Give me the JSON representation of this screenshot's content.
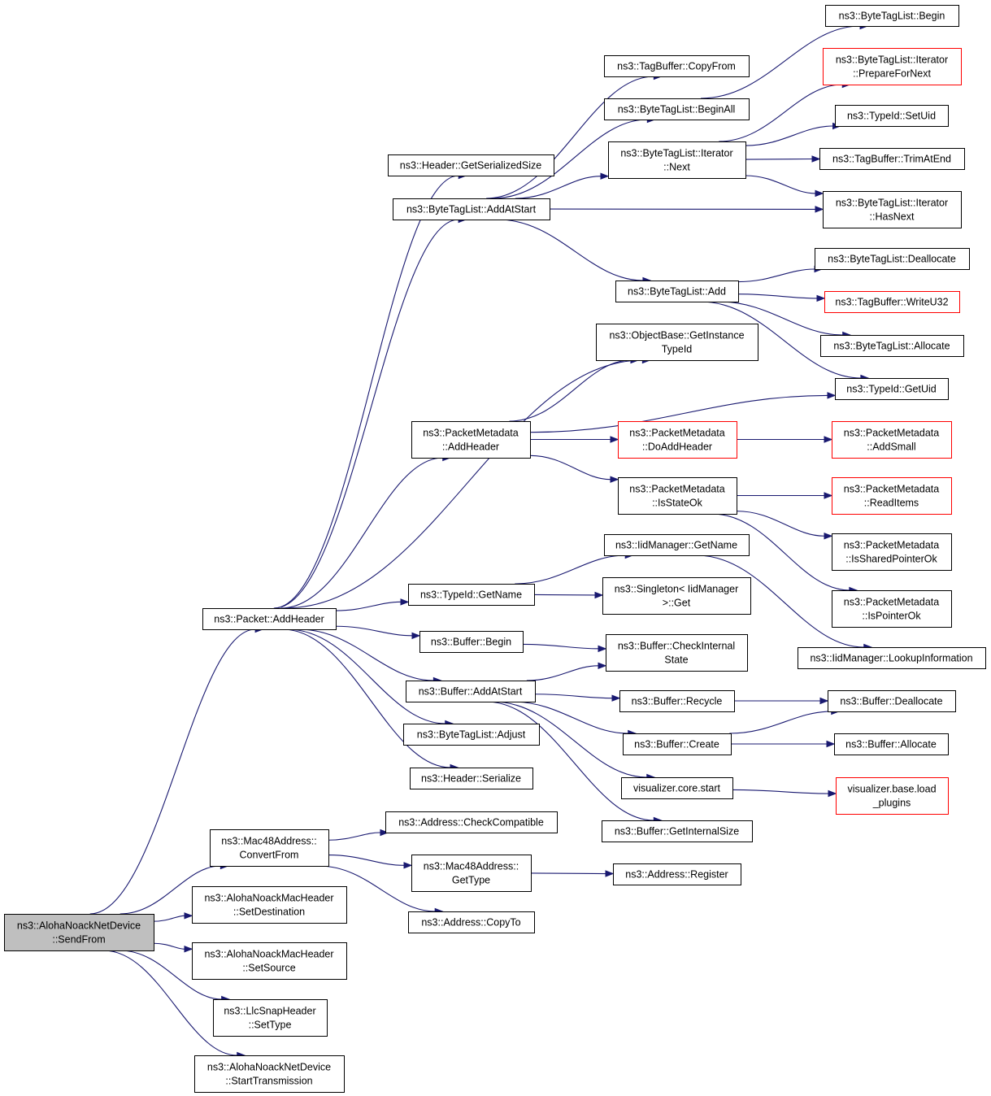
{
  "diagram": {
    "type": "call-graph",
    "colors": {
      "edge": "#191970",
      "box_border": "#000000",
      "incomplete_border": "#ff0000",
      "root_fill": "#bfbfbf"
    },
    "nodes": [
      {
        "id": "root",
        "lines": [
          "ns3::AlohaNoackNetDevice",
          "::SendFrom"
        ],
        "root": true
      },
      {
        "id": "packet_addheader",
        "lines": [
          "ns3::Packet::AddHeader"
        ]
      },
      {
        "id": "mac48_convertfrom",
        "lines": [
          "ns3::Mac48Address::",
          "ConvertFrom"
        ]
      },
      {
        "id": "aloha_setdest",
        "lines": [
          "ns3::AlohaNoackMacHeader",
          "::SetDestination"
        ]
      },
      {
        "id": "aloha_setsource",
        "lines": [
          "ns3::AlohaNoackMacHeader",
          "::SetSource"
        ]
      },
      {
        "id": "llc_settype",
        "lines": [
          "ns3::LlcSnapHeader",
          "::SetType"
        ]
      },
      {
        "id": "aloha_starttx",
        "lines": [
          "ns3::AlohaNoackNetDevice",
          "::StartTransmission"
        ]
      },
      {
        "id": "header_getserializedsize",
        "lines": [
          "ns3::Header::GetSerializedSize"
        ]
      },
      {
        "id": "btl_addatstart",
        "lines": [
          "ns3::ByteTagList::AddAtStart"
        ]
      },
      {
        "id": "pm_addheader",
        "lines": [
          "ns3::PacketMetadata",
          "::AddHeader"
        ]
      },
      {
        "id": "typeid_getname",
        "lines": [
          "ns3::TypeId::GetName"
        ]
      },
      {
        "id": "buffer_begin",
        "lines": [
          "ns3::Buffer::Begin"
        ]
      },
      {
        "id": "buffer_addatstart",
        "lines": [
          "ns3::Buffer::AddAtStart"
        ]
      },
      {
        "id": "btl_adjust",
        "lines": [
          "ns3::ByteTagList::Adjust"
        ]
      },
      {
        "id": "header_serialize",
        "lines": [
          "ns3::Header::Serialize"
        ]
      },
      {
        "id": "addr_checkcompat",
        "lines": [
          "ns3::Address::CheckCompatible"
        ]
      },
      {
        "id": "mac48_gettype",
        "lines": [
          "ns3::Mac48Address::",
          "GetType"
        ]
      },
      {
        "id": "addr_copyto",
        "lines": [
          "ns3::Address::CopyTo"
        ]
      },
      {
        "id": "tagbuffer_copyfrom",
        "lines": [
          "ns3::TagBuffer::CopyFrom"
        ]
      },
      {
        "id": "btl_beginall",
        "lines": [
          "ns3::ByteTagList::BeginAll"
        ]
      },
      {
        "id": "btl_iter_next",
        "lines": [
          "ns3::ByteTagList::Iterator",
          "::Next"
        ]
      },
      {
        "id": "btl_add",
        "lines": [
          "ns3::ByteTagList::Add"
        ]
      },
      {
        "id": "objbase_getinstance",
        "lines": [
          "ns3::ObjectBase::GetInstance",
          "TypeId"
        ]
      },
      {
        "id": "pm_doaddheader",
        "lines": [
          "ns3::PacketMetadata",
          "::DoAddHeader"
        ],
        "red": true
      },
      {
        "id": "pm_isstateok",
        "lines": [
          "ns3::PacketMetadata",
          "::IsStateOk"
        ]
      },
      {
        "id": "iid_getname",
        "lines": [
          "ns3::IidManager::GetName"
        ]
      },
      {
        "id": "singleton_get",
        "lines": [
          "ns3::Singleton< IidManager",
          ">::Get"
        ]
      },
      {
        "id": "buffer_checkinternal",
        "lines": [
          "ns3::Buffer::CheckInternal",
          "State"
        ]
      },
      {
        "id": "buffer_recycle",
        "lines": [
          "ns3::Buffer::Recycle"
        ]
      },
      {
        "id": "buffer_create",
        "lines": [
          "ns3::Buffer::Create"
        ]
      },
      {
        "id": "viz_core_start",
        "lines": [
          "visualizer.core.start"
        ]
      },
      {
        "id": "buffer_getinternalsize",
        "lines": [
          "ns3::Buffer::GetInternalSize"
        ]
      },
      {
        "id": "addr_register",
        "lines": [
          "ns3::Address::Register"
        ]
      },
      {
        "id": "btl_begin",
        "lines": [
          "ns3::ByteTagList::Begin"
        ]
      },
      {
        "id": "btl_iter_prepare",
        "lines": [
          "ns3::ByteTagList::Iterator",
          "::PrepareForNext"
        ],
        "red": true
      },
      {
        "id": "typeid_setuid",
        "lines": [
          "ns3::TypeId::SetUid"
        ]
      },
      {
        "id": "tagbuffer_trimatend",
        "lines": [
          "ns3::TagBuffer::TrimAtEnd"
        ]
      },
      {
        "id": "btl_iter_hasnext",
        "lines": [
          "ns3::ByteTagList::Iterator",
          "::HasNext"
        ]
      },
      {
        "id": "btl_deallocate",
        "lines": [
          "ns3::ByteTagList::Deallocate"
        ]
      },
      {
        "id": "tagbuffer_writeu32",
        "lines": [
          "ns3::TagBuffer::WriteU32"
        ],
        "red": true
      },
      {
        "id": "btl_allocate",
        "lines": [
          "ns3::ByteTagList::Allocate"
        ]
      },
      {
        "id": "typeid_getuid",
        "lines": [
          "ns3::TypeId::GetUid"
        ]
      },
      {
        "id": "pm_addsmall",
        "lines": [
          "ns3::PacketMetadata",
          "::AddSmall"
        ],
        "red": true
      },
      {
        "id": "pm_readitems",
        "lines": [
          "ns3::PacketMetadata",
          "::ReadItems"
        ],
        "red": true
      },
      {
        "id": "pm_issharedptrok",
        "lines": [
          "ns3::PacketMetadata",
          "::IsSharedPointerOk"
        ]
      },
      {
        "id": "pm_isptrok",
        "lines": [
          "ns3::PacketMetadata",
          "::IsPointerOk"
        ]
      },
      {
        "id": "iid_lookupinfo",
        "lines": [
          "ns3::IidManager::LookupInformation"
        ]
      },
      {
        "id": "buffer_deallocate",
        "lines": [
          "ns3::Buffer::Deallocate"
        ]
      },
      {
        "id": "buffer_allocate",
        "lines": [
          "ns3::Buffer::Allocate"
        ]
      },
      {
        "id": "viz_base_loadplugins",
        "lines": [
          "visualizer.base.load",
          "_plugins"
        ],
        "red": true
      }
    ],
    "edges": [
      [
        "root",
        "packet_addheader"
      ],
      [
        "root",
        "mac48_convertfrom"
      ],
      [
        "root",
        "aloha_setdest"
      ],
      [
        "root",
        "aloha_setsource"
      ],
      [
        "root",
        "llc_settype"
      ],
      [
        "root",
        "aloha_starttx"
      ],
      [
        "packet_addheader",
        "header_getserializedsize"
      ],
      [
        "packet_addheader",
        "btl_addatstart"
      ],
      [
        "packet_addheader",
        "objbase_getinstance"
      ],
      [
        "packet_addheader",
        "pm_addheader"
      ],
      [
        "packet_addheader",
        "typeid_getname"
      ],
      [
        "packet_addheader",
        "buffer_begin"
      ],
      [
        "packet_addheader",
        "buffer_addatstart"
      ],
      [
        "packet_addheader",
        "btl_adjust"
      ],
      [
        "packet_addheader",
        "header_serialize"
      ],
      [
        "btl_addatstart",
        "tagbuffer_copyfrom"
      ],
      [
        "btl_addatstart",
        "btl_beginall"
      ],
      [
        "btl_addatstart",
        "btl_iter_next"
      ],
      [
        "btl_addatstart",
        "btl_iter_hasnext"
      ],
      [
        "btl_addatstart",
        "btl_add"
      ],
      [
        "btl_beginall",
        "btl_begin"
      ],
      [
        "btl_iter_next",
        "btl_iter_prepare"
      ],
      [
        "btl_iter_next",
        "typeid_setuid"
      ],
      [
        "btl_iter_next",
        "tagbuffer_trimatend"
      ],
      [
        "btl_iter_next",
        "btl_iter_hasnext"
      ],
      [
        "btl_add",
        "btl_deallocate"
      ],
      [
        "btl_add",
        "tagbuffer_writeu32"
      ],
      [
        "btl_add",
        "btl_allocate"
      ],
      [
        "btl_add",
        "typeid_getuid"
      ],
      [
        "pm_addheader",
        "objbase_getinstance"
      ],
      [
        "pm_addheader",
        "typeid_getuid"
      ],
      [
        "pm_addheader",
        "pm_doaddheader"
      ],
      [
        "pm_addheader",
        "pm_isstateok"
      ],
      [
        "pm_doaddheader",
        "pm_addsmall"
      ],
      [
        "pm_isstateok",
        "pm_readitems"
      ],
      [
        "pm_isstateok",
        "pm_issharedptrok"
      ],
      [
        "pm_isstateok",
        "pm_isptrok"
      ],
      [
        "typeid_getname",
        "iid_getname"
      ],
      [
        "typeid_getname",
        "singleton_get"
      ],
      [
        "iid_getname",
        "iid_lookupinfo"
      ],
      [
        "buffer_begin",
        "buffer_checkinternal"
      ],
      [
        "buffer_addatstart",
        "buffer_checkinternal"
      ],
      [
        "buffer_addatstart",
        "buffer_recycle"
      ],
      [
        "buffer_addatstart",
        "buffer_create"
      ],
      [
        "buffer_addatstart",
        "viz_core_start"
      ],
      [
        "buffer_addatstart",
        "buffer_getinternalsize"
      ],
      [
        "buffer_recycle",
        "buffer_deallocate"
      ],
      [
        "buffer_create",
        "buffer_deallocate"
      ],
      [
        "buffer_create",
        "buffer_allocate"
      ],
      [
        "viz_core_start",
        "viz_base_loadplugins"
      ],
      [
        "mac48_convertfrom",
        "addr_checkcompat"
      ],
      [
        "mac48_convertfrom",
        "mac48_gettype"
      ],
      [
        "mac48_convertfrom",
        "addr_copyto"
      ],
      [
        "mac48_gettype",
        "addr_register"
      ]
    ]
  }
}
